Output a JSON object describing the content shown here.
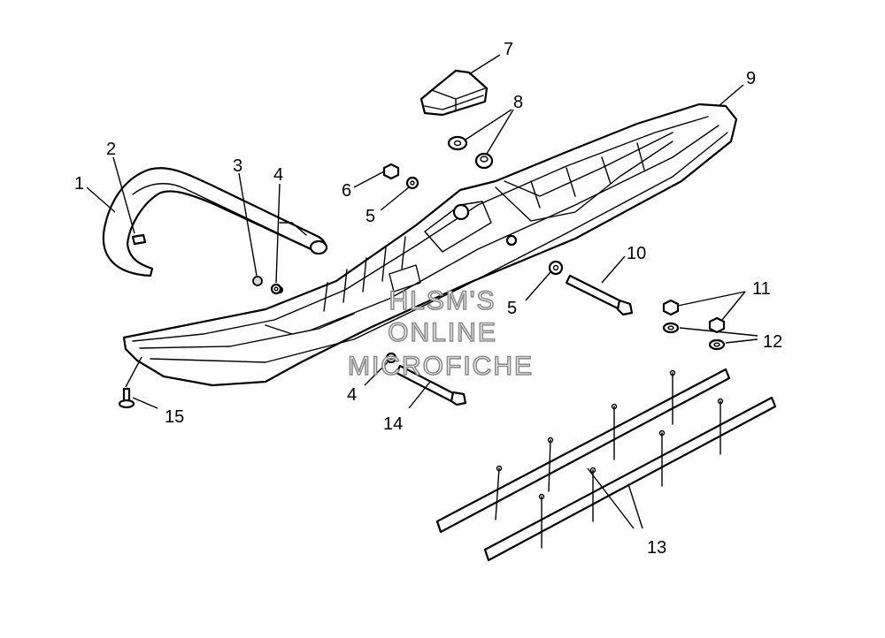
{
  "diagram": {
    "callouts": [
      "1",
      "2",
      "3",
      "4",
      "5",
      "6",
      "7",
      "8",
      "9",
      "10",
      "11",
      "12",
      "13",
      "14",
      "15"
    ],
    "callout_extra": {
      "four_b": "4",
      "five_b": "5"
    },
    "watermark": [
      "HLSM'S",
      "ONLINE",
      "MICROFICHE"
    ],
    "colors": {
      "line": "#000000",
      "background": "#ffffff",
      "watermark_outline": "#8a8a8a"
    }
  }
}
